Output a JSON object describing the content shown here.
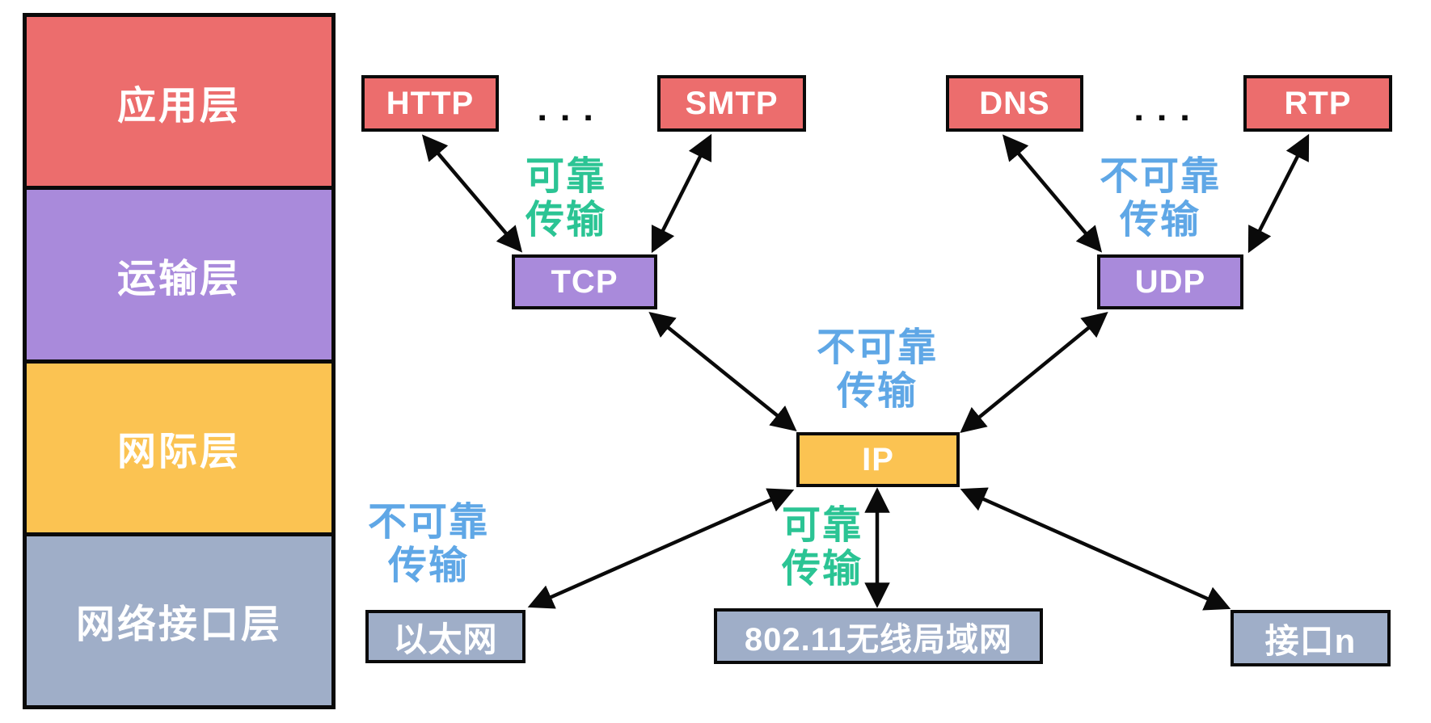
{
  "colors": {
    "coral": "#EC6D6D",
    "purple": "#A98ADB",
    "amber": "#FBC352",
    "slate": "#9FAEC8",
    "green": "#2BC494",
    "blue": "#5FA7E6",
    "ink": "#0a0a0a"
  },
  "layer_stack": {
    "items": [
      {
        "label": "应用层"
      },
      {
        "label": "运输层"
      },
      {
        "label": "网际层"
      },
      {
        "label": "网络接口层"
      }
    ]
  },
  "protocols": {
    "http": "HTTP",
    "smtp": "SMTP",
    "dns": "DNS",
    "rtp": "RTP",
    "tcp": "TCP",
    "udp": "UDP",
    "ip": "IP",
    "ethernet": "以太网",
    "wlan": "802.11无线局域网",
    "interface_n": "接口n"
  },
  "transfer_labels": {
    "tcp": {
      "line1": "可靠",
      "line2": "传输"
    },
    "udp": {
      "line1": "不可靠",
      "line2": "传输"
    },
    "ip": {
      "line1": "不可靠",
      "line2": "传输"
    },
    "ethernet": {
      "line1": "不可靠",
      "line2": "传输"
    },
    "wlan": {
      "line1": "可靠",
      "line2": "传输"
    }
  },
  "icons": {
    "ellipsis": "▪ ▪ ▪"
  }
}
